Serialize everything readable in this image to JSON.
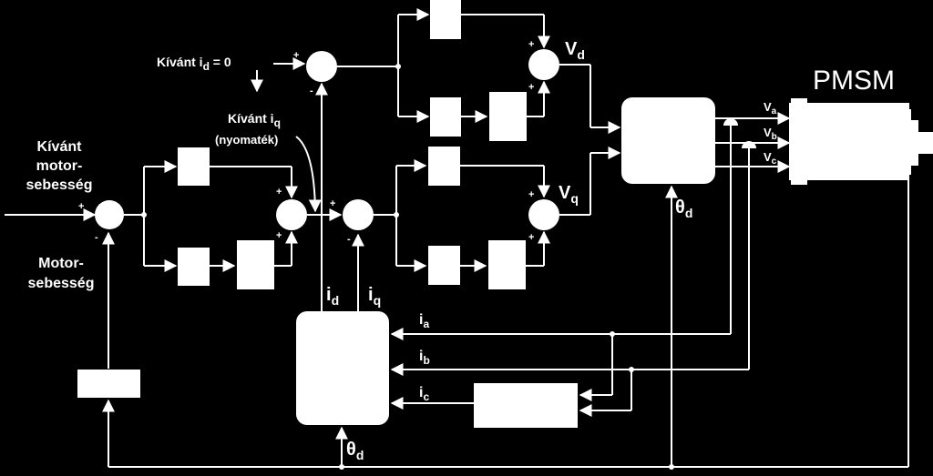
{
  "labels": {
    "desired_speed": [
      "Kívánt",
      "motor-",
      "sebesség"
    ],
    "motor_speed": [
      "Motor-",
      "sebesség"
    ],
    "desired_id_prefix": "Kívánt i",
    "desired_id_sub": "d",
    "desired_id_suffix": " = 0",
    "desired_iq_prefix": "Kívánt i",
    "desired_iq_sub": "q",
    "torque": "(nyomaték)",
    "vd_main": "V",
    "vd_sub": "d",
    "vq_main": "V",
    "vq_sub": "q",
    "va_main": "V",
    "va_sub": "a",
    "vb_main": "V",
    "vb_sub": "b",
    "vc_main": "V",
    "vc_sub": "c",
    "pmsm": "PMSM",
    "theta_main": "θ",
    "theta_sub": "d",
    "id_main": "i",
    "id_sub": "d",
    "iq_main": "i",
    "iq_sub": "q",
    "ia_main": "i",
    "ia_sub": "a",
    "ib_main": "i",
    "ib_sub": "b",
    "ic_main": "i",
    "ic_sub": "c",
    "plus": "+",
    "minus": "-"
  }
}
